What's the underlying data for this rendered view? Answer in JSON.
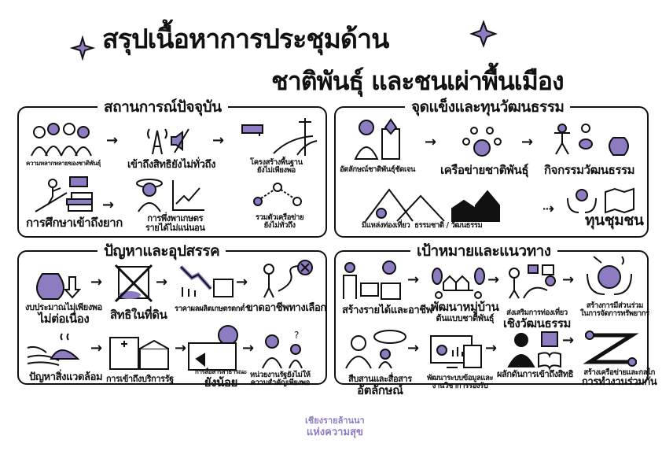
{
  "title": {
    "line1": "สรุปเนื้อหาการประชุมด้าน",
    "line2": "ชาติพันธุ์ และชนเผ่าพื้นเมือง"
  },
  "colors": {
    "accent": "#8e7cc3",
    "ink": "#111111",
    "background": "#ffffff"
  },
  "panels": {
    "current": {
      "title": "สถานการณ์ปัจจุบัน",
      "items": [
        {
          "label": "ความหลากหลายของชาติพันธุ์",
          "icon": "people-group-icon"
        },
        {
          "label": "เข้าถึงสิทธิยังไม่ทั่วถึง",
          "icon": "signal-tower-mute-icon"
        },
        {
          "label": "โครงสร้างพื้นฐาน",
          "label2": "ยังไม่เพียงพอ",
          "icon": "faucet-road-pole-icon"
        },
        {
          "label": "การศึกษาเข้าถึงยาก",
          "icon": "climb-books-icon"
        },
        {
          "label": "การพึ่งพาเกษตร",
          "label2": "รายได้ไม่แน่นอน",
          "icon": "farmer-chart-icon"
        },
        {
          "label": "รวมตัวเครือข่าย",
          "label2": "ยังไม่ทั่วถึง",
          "icon": "network-people-icon"
        }
      ]
    },
    "strengths": {
      "title": "จุดแข็งและทุนวัฒนธรรม",
      "items": [
        {
          "label": "อัตลักษณ์ชาติพันธุ์ชัดเจน",
          "icon": "ethnic-woman-textile-icon"
        },
        {
          "label": "เครือข่ายชาติพันธุ์",
          "icon": "network-circle-icon"
        },
        {
          "label": "กิจกรรมวัฒนธรรม",
          "icon": "dance-music-money-icon"
        },
        {
          "label": "มีแหล่งท่องเที่ยว",
          "label2": "ธรรมชาติ / วัฒนธรรม",
          "icon": "mountain-temple-icon"
        },
        {
          "label": "ทุนชุมชน",
          "icon": "hands-lightbulb-map-icon"
        }
      ]
    },
    "problems": {
      "title": "ปัญหาและอุปสรรค",
      "items": [
        {
          "label": "งบประมาณไม่เพียงพอ",
          "label2": "ไม่ต่อเนื่อง",
          "icon": "money-bag-down-icon"
        },
        {
          "label": "สิทธิในที่ดิน",
          "icon": "land-deed-crossed-icon"
        },
        {
          "label": "ราคาผลผลิตเกษตรตกต่ำ",
          "icon": "price-drop-shop-icon"
        },
        {
          "label": "ขาดอาชีพทางเลือก",
          "icon": "person-path-x-icon"
        },
        {
          "label": "ปัญหาสิ่งแวดล้อม",
          "icon": "pollution-icon"
        },
        {
          "label": "การเข้าถึงบริการรัฐ",
          "icon": "hospital-school-icon"
        },
        {
          "label": "การสื่อสารสาธารณะ",
          "label2": "ยังน้อย",
          "icon": "megaphone-icon"
        },
        {
          "label": "หน่วยงานรัฐยังไม่ให้",
          "label2": "ความสำคัญเพียงพอ",
          "icon": "officer-child-question-icon"
        }
      ]
    },
    "goals": {
      "title": "เป้าหมายและแนวทาง",
      "items": [
        {
          "label": "สร้างรายได้และอาชีพ",
          "icon": "market-money-icon"
        },
        {
          "label": "พัฒนาหมู่บ้าน",
          "label2": "ต้นแบบชาติพันธุ์",
          "icon": "village-icon"
        },
        {
          "label": "ส่งเสริมการท่องเที่ยว",
          "label2": "เชิงวัฒนธรรม",
          "icon": "photographer-route-icon"
        },
        {
          "label": "สร้างการมีส่วนร่วม",
          "label2": "ในการจัดการทรัพยากร",
          "icon": "hands-earth-icon"
        },
        {
          "label": "สืบสานและสื่อสาร",
          "label2": "อัตลักษณ์",
          "icon": "elder-child-speech-icon"
        },
        {
          "label": "พัฒนาระบบข้อมูลและ",
          "label2": "งานวิชาการรองรับ",
          "icon": "monitor-data-icon"
        },
        {
          "label": "ผลักดันการเข้าถึงสิทธิ",
          "icon": "lawyer-law-book-icon"
        },
        {
          "label": "สร้างเครือข่ายและกลไก",
          "label2": "การทำงานร่วมกัน",
          "icon": "linked-hands-icon"
        }
      ]
    }
  },
  "logo": {
    "line1": "เชียงรายล้านนา",
    "line2": "แห่งความสุข"
  }
}
